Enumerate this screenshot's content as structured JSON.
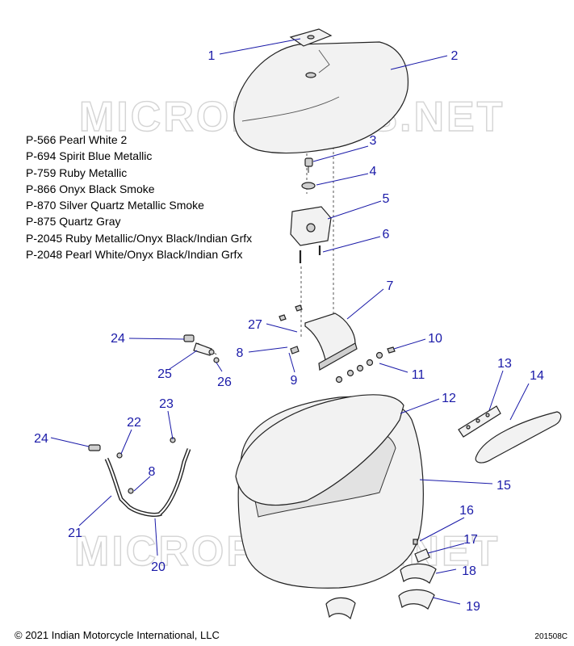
{
  "watermark": "MICROFICHES.NET",
  "paint_codes": [
    "P-566 Pearl White 2",
    "P-694 Spirit Blue Metallic",
    "P-759 Ruby Metallic",
    "P-866 Onyx Black Smoke",
    "P-870 Silver Quartz Metallic Smoke",
    "P-875 Quartz Gray",
    "P-2045 Ruby Metallic/Onyx Black/Indian Grfx",
    "P-2048 Pearl White/Onyx Black/Indian Grfx"
  ],
  "callouts": [
    {
      "label": "1",
      "part": "lid-emblem"
    },
    {
      "label": "2",
      "part": "saddlebag-lid"
    },
    {
      "label": "3",
      "part": "screw"
    },
    {
      "label": "4",
      "part": "washer"
    },
    {
      "label": "5",
      "part": "latch-assembly"
    },
    {
      "label": "6",
      "part": "latch-screw"
    },
    {
      "label": "7",
      "part": "hinge-bracket"
    },
    {
      "label": "8",
      "part": "bolt"
    },
    {
      "label": "9",
      "part": "nut"
    },
    {
      "label": "10",
      "part": "fastener"
    },
    {
      "label": "11",
      "part": "fasteners"
    },
    {
      "label": "12",
      "part": "saddlebag-rail"
    },
    {
      "label": "13",
      "part": "lens-retainer"
    },
    {
      "label": "14",
      "part": "reflector-lens"
    },
    {
      "label": "15",
      "part": "saddlebag-body"
    },
    {
      "label": "16",
      "part": "mount-screw"
    },
    {
      "label": "17",
      "part": "clip-plate"
    },
    {
      "label": "18",
      "part": "mount-bracket-upper"
    },
    {
      "label": "19",
      "part": "mount-bracket-lower"
    },
    {
      "label": "20",
      "part": "support-bracket"
    },
    {
      "label": "21",
      "part": "support-arm"
    },
    {
      "label": "22",
      "part": "screw-small"
    },
    {
      "label": "23",
      "part": "screw-bracket"
    },
    {
      "label": "24",
      "part": "clamp"
    },
    {
      "label": "25",
      "part": "plate"
    },
    {
      "label": "26",
      "part": "screw-pair"
    },
    {
      "label": "27",
      "part": "hinge-pin"
    }
  ],
  "copyright": "© 2021 Indian Motorcycle International, LLC",
  "drawing_id": "201508C",
  "colors": {
    "callout": "#1a1aa8",
    "watermark": "#d4d4d4"
  }
}
